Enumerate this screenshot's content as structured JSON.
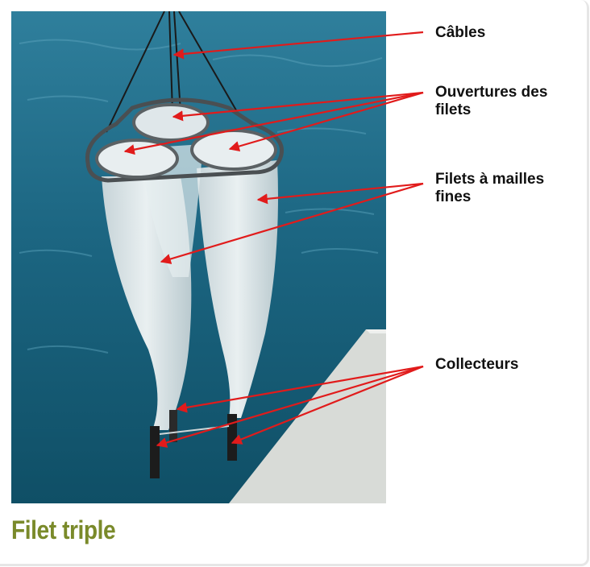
{
  "labels": {
    "cables": "Câbles",
    "openings_line1": "Ouvertures des",
    "openings_line2": "filets",
    "mesh_line1": "Filets à mailles",
    "mesh_line2": "fines",
    "collectors": "Collecteurs"
  },
  "caption": "Filet triple",
  "colors": {
    "arrow": "#e11b1b",
    "caption": "#7a8a2a",
    "water": "#1e6f8c",
    "dock": "#d9dcd8"
  },
  "icons": [
    "triple-net-photo"
  ]
}
